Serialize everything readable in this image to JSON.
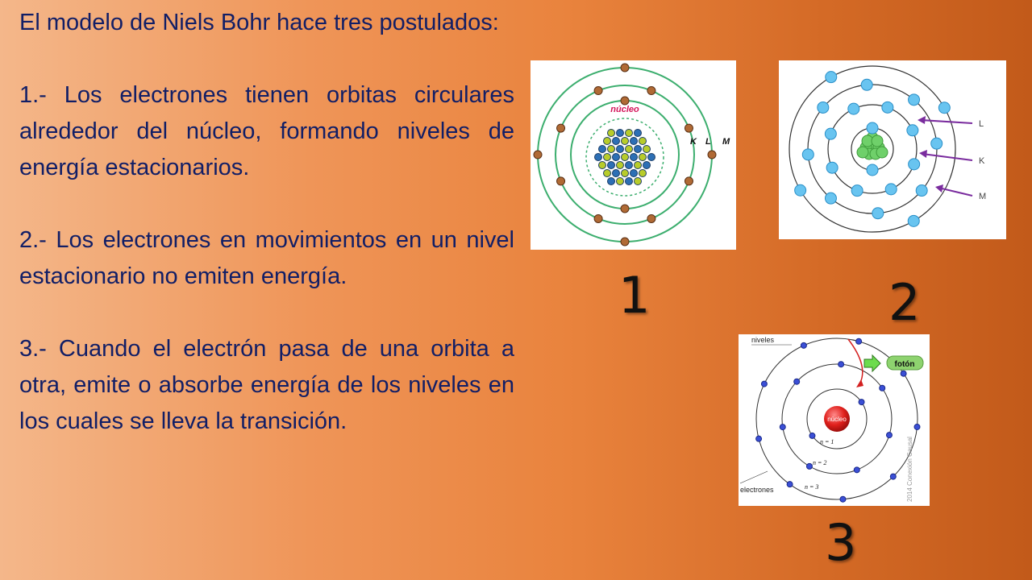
{
  "paragraphs": [
    "El modelo de Niels Bohr hace tres postulados:",
    "1.- Los electrones tienen orbitas circulares alrededor del núcleo, formando niveles de energía estacionarios.",
    "2.- Los electrones en movimientos en un nivel estacionario no emiten energía.",
    "3.- Cuando el electrón pasa de una orbita a otra, emite o absorbe energía de los niveles en los cuales se lleva la transición."
  ],
  "figures": {
    "fig1": {
      "number": "1",
      "nucleus_label": "núcleo",
      "shell_labels": [
        "K",
        "L",
        "M"
      ]
    },
    "fig2": {
      "number": "2",
      "shell_labels": [
        "L",
        "K",
        "M"
      ]
    },
    "fig3": {
      "number": "3",
      "levels_label": "niveles",
      "photon_label": "fotón",
      "nucleus_label": "núcleo",
      "electrons_label": "electrones",
      "n_labels": [
        "n = 1",
        "n = 2",
        "n = 3"
      ],
      "credit": "2014 Conexión Causal"
    }
  },
  "colors": {
    "text": "#111e66",
    "bg_start": "#f4b78a",
    "bg_end": "#c25a1a"
  }
}
